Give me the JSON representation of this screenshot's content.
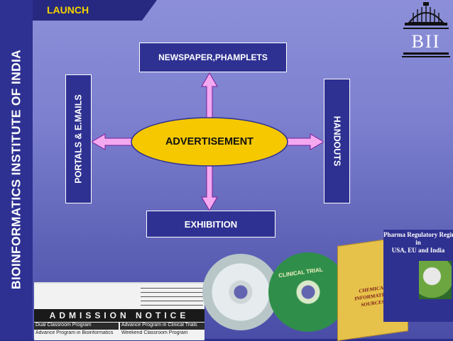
{
  "sidebar": {
    "org_name": "BIOINFORMATICS INSTITUTE OF INDIA"
  },
  "header": {
    "section_label": "LAUNCH"
  },
  "logo": {
    "text": "BII"
  },
  "diagram": {
    "center": "ADVERTISEMENT",
    "top": "NEWSPAPER,PHAMPLETS",
    "bottom": "EXHIBITION",
    "left": "PORTALS & E.MAILS",
    "right": "HANDOUTS"
  },
  "colors": {
    "box_fill": "#2e3192",
    "center_fill": "#f5c800",
    "arrow_fill": "#f4a8f0",
    "label_yellow": "#f5d300"
  },
  "collage": {
    "notice_banner": "ADMISSION NOTICE",
    "program_1": "Dual Classroom Program",
    "program_2": "Advance Program in Clinical Trials",
    "program_3": "Advance Program in Bioinformatics",
    "program_4": "Weekend Classroom Program",
    "cd_label": "CLINICAL TRIAL",
    "book_title_1": "CHEMICAL",
    "book_title_2": "INFORMATION SOURCES",
    "pharma_1": "Pharma Regulatory Regime",
    "pharma_2": "in",
    "pharma_3": "USA, EU and India"
  }
}
